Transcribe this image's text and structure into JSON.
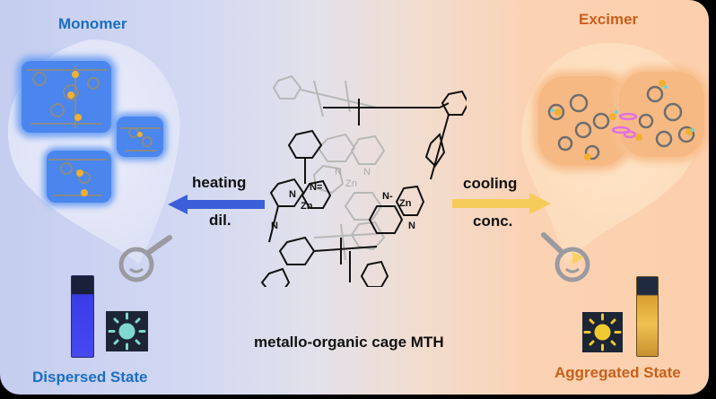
{
  "figure": {
    "left_panel": {
      "title": "Monomer",
      "state_label": "Dispersed State",
      "title_color": "#1a6fc0",
      "emission_color": "#3a3cf0",
      "sun_icon_color": "#7fd9d0"
    },
    "right_panel": {
      "title": "Excimer",
      "state_label": "Aggregated State",
      "title_color": "#c8601a",
      "emission_color": "#e8b040",
      "sun_icon_color": "#f0c830"
    },
    "center": {
      "caption": "metallo-organic cage MTH",
      "metal_label": "Zn",
      "atom_label": "N"
    },
    "arrows": {
      "left": {
        "top": "heating",
        "bottom": "dil.",
        "color": "#3a5fd8"
      },
      "right": {
        "top": "cooling",
        "bottom": "conc.",
        "color": "#f5cc5a"
      }
    }
  }
}
